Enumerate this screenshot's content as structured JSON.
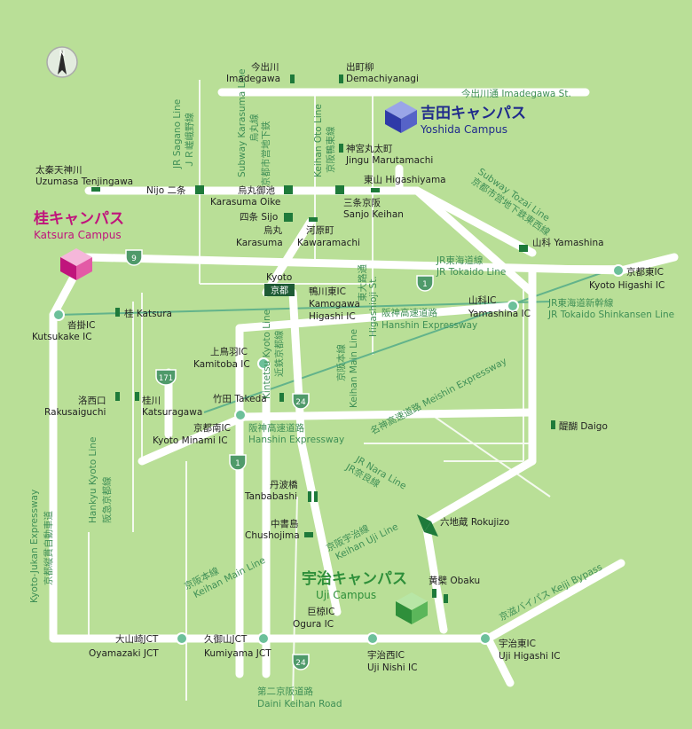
{
  "colors": {
    "background": "#b9df97",
    "road": "#ffffff",
    "rail_station": "#1e7a3a",
    "ic_marker": "#6cc09a",
    "yoshida": "#1f2a8c",
    "katsura": "#c0147c",
    "uji": "#2e8f3a"
  },
  "compass": {
    "letter": "N"
  },
  "campuses": {
    "yoshida": {
      "ja": "吉田キャンパス",
      "en": "Yoshida Campus"
    },
    "katsura": {
      "ja": "桂キャンパス",
      "en": "Katsura Campus"
    },
    "uji": {
      "ja": "宇治キャンパス",
      "en": "Uji Campus"
    }
  },
  "roads": {
    "imadegawa_st": "今出川通 Imadegawa St.",
    "higashioji_ja": "東大路通",
    "higashioji_en": "Higashioji St.",
    "meishin": "名神高速道路 Meishin Expressway",
    "keiji_bypass": "京滋バイパス Keiji Bypass",
    "kyoto_jukan_ja": "京都縦貫自動車道",
    "kyoto_jukan_en": "Kyoto-Jukan Expressway",
    "daini_keihan_ja": "第二京阪道路",
    "daini_keihan_en": "Daini Keihan Road",
    "hanshin_ja_1": "阪神高速道路",
    "hanshin_en_1": "Hanshin Expressway",
    "hanshin_ja_2": "阪神高速道路",
    "hanshin_en_2": "Hanshin Expressway",
    "route_9": "9",
    "route_1a": "1",
    "route_1b": "1",
    "route_171": "171",
    "route_24a": "24",
    "route_24b": "24"
  },
  "lines": {
    "jr_sagano": "JR Sagano Line",
    "jr_sagano_ja": "ＪＲ嵯峨野線",
    "subway_karasuma": "Subway Karasuma Line",
    "karasuma_ja": "烏丸線",
    "subway_ja": "京都市営地下鉄",
    "keihan_oto": "Keihan Oto Line",
    "keihan_oto_ja": "京阪鴨東線",
    "subway_tozai": "Subway Tozai Line",
    "subway_tozai_ja": "京都市営地下鉄東西線",
    "jr_tokaido_ja": "JR東海道線",
    "jr_tokaido": "JR Tokaido Line",
    "shinkansen_ja": "JR東海道新幹線",
    "shinkansen": "JR Tokaido Shinkansen Line",
    "kintetsu": "Kintetsu Kyoto Line",
    "kintetsu_ja": "近鉄京都線",
    "keihan_main_v": "Keihan Main Line",
    "keihan_main_v_ja": "京阪本線",
    "hankyu_kyoto": "Hankyu Kyoto Line",
    "hankyu_ja": "阪急京都線",
    "jr_nara": "JR Nara Line",
    "jr_nara_ja": "JR奈良線",
    "keihan_uji_ja": "京阪宇治線",
    "keihan_uji": "Keihan Uji Line",
    "keihan_main_ja": "京阪本線",
    "keihan_main": "Keihan Main Line"
  },
  "stations": {
    "imadegawa_ja": "今出川",
    "imadegawa_en": "Imadegawa",
    "demachi_ja": "出町柳",
    "demachi_en": "Demachiyanagi",
    "jingu_ja": "神宮丸太町",
    "jingu_en": "Jingu Marutamachi",
    "uzumasa_ja": "太秦天神川",
    "uzumasa_en": "Uzumasa Tenjingawa",
    "nijo": "Nijo 二条",
    "oike_ja": "烏丸御池",
    "oike_en": "Karasuma Oike",
    "higashiyama": "東山 Higashiyama",
    "shijo": "四条 Sijo",
    "sanjo_ja": "三条京阪",
    "sanjo_en": "Sanjo Keihan",
    "karasuma_ja": "烏丸",
    "karasuma_en": "Karasuma",
    "kawaramachi_ja": "河原町",
    "kawaramachi_en": "Kawaramachi",
    "yamashina": "山科 Yamashina",
    "kyoto_en": "Kyoto",
    "kyoto_ja": "京都",
    "katsura": "桂 Katsura",
    "rakusaiguchi_ja": "洛西口",
    "rakusaiguchi_en": "Rakusaiguchi",
    "katsuragawa_ja": "桂川",
    "katsuragawa_en": "Katsuragawa",
    "takeda": "竹田 Takeda",
    "daigo": "醍醐 Daigo",
    "tanbabashi_ja": "丹波橋",
    "tanbabashi_en": "Tanbabashi",
    "chushojima_ja": "中書島",
    "chushojima_en": "Chushojima",
    "rokujizo": "六地蔵 Rokujizo",
    "obaku": "黄檗 Obaku"
  },
  "ics": {
    "kyoto_higashi_ja": "京都東IC",
    "kyoto_higashi_en": "Kyoto Higashi IC",
    "kamogawa_ja": "鴨川東IC",
    "kamogawa_en_1": "Kamogawa",
    "kamogawa_en_2": "Higashi IC",
    "yamashina_ja": "山科IC",
    "yamashina_en": "Yamashina IC",
    "kutsukake_ja": "沓掛IC",
    "kutsukake_en": "Kutsukake IC",
    "kamitoba_ja": "上鳥羽IC",
    "kamitoba_en": "Kamitoba IC",
    "minami_ja": "京都南IC",
    "minami_en": "Kyoto Minami IC",
    "ogura_ja": "巨椋IC",
    "ogura_en": "Ogura IC",
    "oyamazaki_ja": "大山崎JCT",
    "oyamazaki_en": "Oyamazaki JCT",
    "kumiyama_ja": "久御山JCT",
    "kumiyama_en": "Kumiyama JCT",
    "ujinishi_ja": "宇治西IC",
    "ujinishi_en": "Uji Nishi IC",
    "ujihigashi_ja": "宇治東IC",
    "ujihigashi_en": "Uji Higashi IC"
  }
}
